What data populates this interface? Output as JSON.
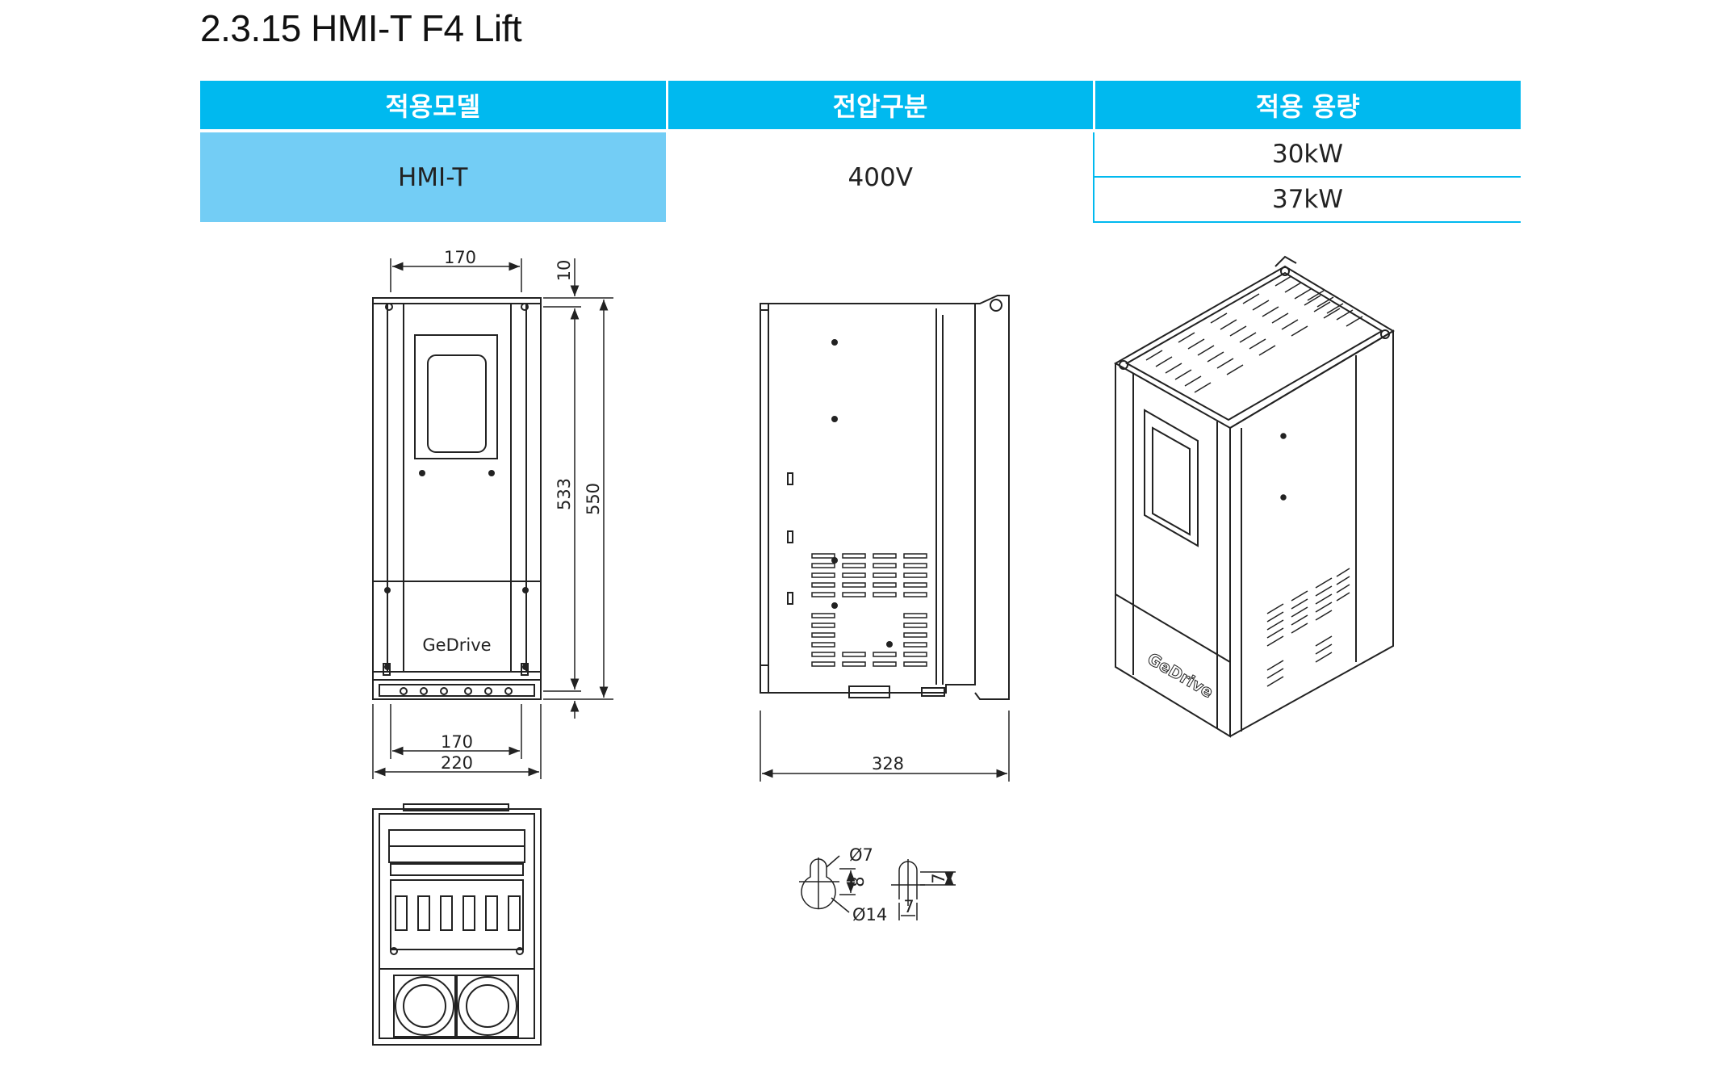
{
  "title": "2.3.15 HMI-T F4 Lift",
  "table": {
    "headers": [
      "적용모델",
      "전압구분",
      "적용 용량"
    ],
    "model": "HMI-T",
    "voltage": "400V",
    "capacities": [
      "30kW",
      "37kW"
    ]
  },
  "drawing": {
    "front": {
      "width_inner": "170",
      "width_top_offset": "10",
      "height_mount": "533",
      "height_total": "550",
      "width_bottom_inner": "170",
      "width_total": "220",
      "brand_logo": "GeDrive"
    },
    "side": {
      "depth": "328"
    },
    "hole": {
      "dia_small": "Ø7",
      "dia_large": "Ø14",
      "slot_height": "8",
      "notch_height": "7",
      "notch_width": "7"
    },
    "iso_logo": "GeDrive",
    "colors": {
      "header": "#00b9ef",
      "model_cell": "#73cdf5",
      "line": "#222222"
    }
  }
}
